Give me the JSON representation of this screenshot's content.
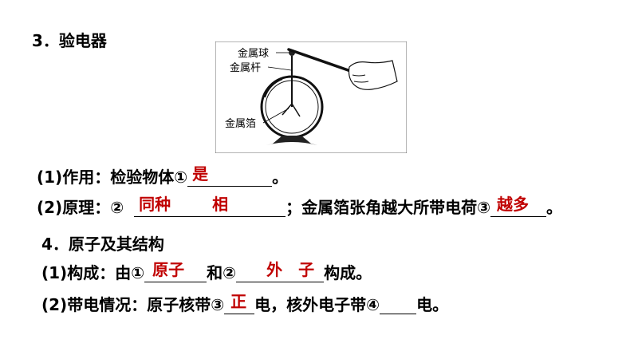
{
  "section3": {
    "title": "3．验电器"
  },
  "figure": {
    "label_ball": "金属球",
    "label_rod": "金属杆",
    "label_foil": "金属箔"
  },
  "item1": {
    "prefix": "(1)作用：检验物体①",
    "answer": "是",
    "suffix": "。"
  },
  "item2": {
    "prefix": "(2)原理：②",
    "answer_a": "同种",
    "answer_b": "相",
    "middle": "；金属箔张角越大所带电荷③",
    "answer_c": "越多",
    "suffix": "。"
  },
  "section4": {
    "title": "4．原子及其结构"
  },
  "item3": {
    "prefix": "(1)构成：由①",
    "answer_a": "原子",
    "joiner": "和②",
    "answer_b": "外　子",
    "suffix": "构成。"
  },
  "item4": {
    "prefix": "(2)带电情况：原子核带③",
    "answer_a": "正",
    "middle": "电，核外电子带④",
    "suffix": "电。"
  }
}
